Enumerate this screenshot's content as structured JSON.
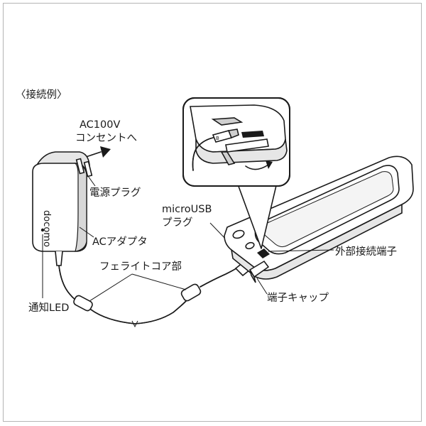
{
  "section_title": "〈接続例〉",
  "labels": {
    "ac100v_line1": "AC100V",
    "ac100v_line2": "コンセントへ",
    "power_plug": "電源プラグ",
    "ac_adapter": "ACアダプタ",
    "notification_led": "通知LED",
    "ferrite_core": "フェライトコア部",
    "microusb_line1": "microUSB",
    "microusb_line2": "プラグ",
    "external_port": "外部接続端子",
    "terminal_cap": "端子キャップ",
    "brand_logo": "docomo"
  }
}
